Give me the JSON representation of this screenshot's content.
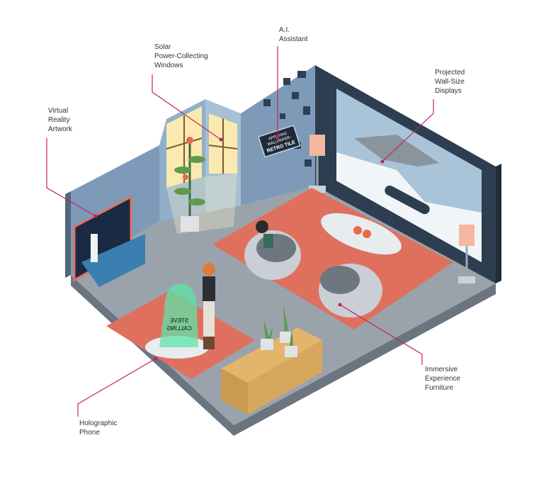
{
  "labels": {
    "vr_artwork": "Virtual\nReality\nArtwork",
    "solar_windows": "Solar\nPower-Collecting\nWindows",
    "ai_assistant": "A.I.\nAssistant",
    "projected_displays": "Projected\nWall-Size\nDisplays",
    "immersive_furniture": "Immersive\nExperience\nFurniture",
    "holographic_phone": "Holographic\nPhone"
  },
  "ai_screen": {
    "line1": "APPLYING",
    "line2": "WALLPAPER:",
    "line3": "RETRO TILE"
  },
  "hologram": {
    "line1": "STEVE",
    "line2": "CALLING"
  },
  "colors": {
    "callout": "#c41e6a",
    "wall": "#7d9bb8",
    "floor": "#9aa3ab",
    "rug": "#e0705e",
    "display_wall": "#2c3e50"
  }
}
